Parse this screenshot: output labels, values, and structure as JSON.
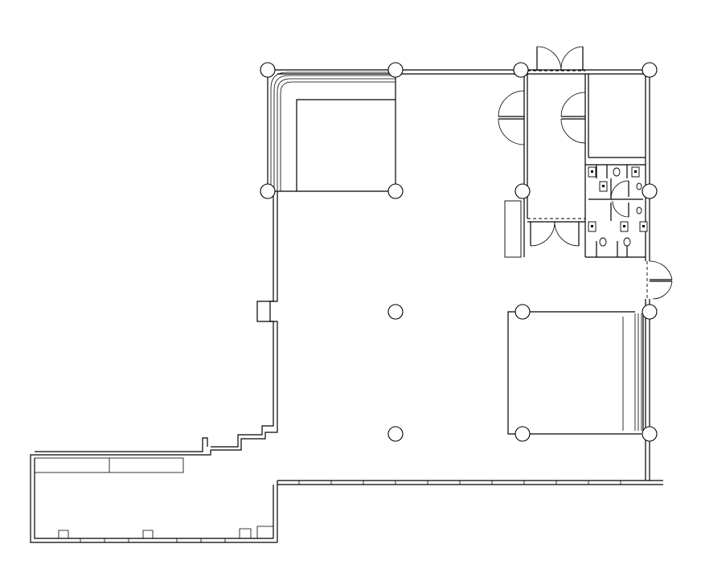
{
  "drawing": {
    "kind": "floor-plan",
    "line_color": "#000000",
    "background_color": "#ffffff",
    "columns_visible": 14,
    "doors_visible": 9,
    "restroom_stalls_visible": 6
  }
}
